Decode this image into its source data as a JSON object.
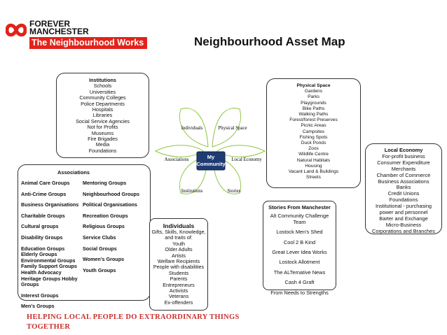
{
  "header": {
    "logo_line1": "FOREVER",
    "logo_line2": "MANCHESTER",
    "logo_tagline": "The Neighbourhood Works",
    "title": "Neighbourhood Asset Map"
  },
  "institutions": {
    "title": "Institutions",
    "items": [
      "Schools",
      "Universities",
      "Community Colleges",
      "Police Departments",
      "Hospitals",
      "Libraries",
      "Social Service Agencies",
      "Not for Profits",
      "Museums",
      "Fire Brigades",
      "Media",
      "Foundations"
    ]
  },
  "physical_space": {
    "title": "Physical Space",
    "items": [
      "Gardens",
      "Parks",
      "Playgrounds",
      "Bike Paths",
      "Walking Paths",
      "Forest/forest Preserves",
      "Picnic Areas",
      "Campsites",
      "Fishing Spots",
      "Duck Ponds",
      "Zoos",
      "Wildlife Centre",
      "Natural Habitats",
      "Housing",
      "Vacant Land & Buildings",
      "Streets"
    ]
  },
  "local_economy": {
    "title": "Local Economy",
    "items": [
      "For-profit business",
      "Consumer Expenditure",
      "Merchants",
      "Chamber of Commerce",
      "Business Associations",
      "Banks",
      "Credit Unions",
      "Foundations",
      "Institutional - purchasing",
      "power and personnel",
      "Barter and Exchange",
      "Micro-Business",
      "Corporations and Branches"
    ]
  },
  "diagram": {
    "center": "My Community",
    "center_line1": "My",
    "center_line2": "Community",
    "petals": {
      "individuals": "Individuals",
      "physical_space": "Physical Space",
      "local_economy": "Local Economy",
      "stories": "Stories",
      "institutions": "Institutions",
      "associations": "Associations"
    }
  },
  "associations": {
    "title": "Associations",
    "col1": [
      "Animal Care Groups",
      "Anti-Crime Groups",
      "Business Organisations",
      "Charitable Groups",
      "Cultural groups",
      "Disability Groups",
      "Education Groups",
      "Elderly Groups",
      "Environmental Groups",
      "Family Support Groups",
      "Health Advocacy",
      "Heritage Groups Hobby",
      "Groups",
      "Interest Groups",
      "Men's Groups"
    ],
    "col2": [
      "Mentoring Groups",
      "Neighbourhood Groups",
      "Political Organisations",
      "Recreation Groups",
      "Religious Groups",
      "Service Clubs",
      "Social Groups",
      "Women's Groups",
      "Youth Groups"
    ]
  },
  "individuals": {
    "title": "Individuals",
    "items": [
      "Gifts, Skills, Knowledge,",
      "and traits of:",
      "Youth",
      "Older Adults",
      "Artists",
      "Welfare Recipients",
      "People with disabilities",
      "Students",
      "Parents",
      "Entrepreneurs",
      "Activists",
      "Veterans",
      "Ex-offenders"
    ]
  },
  "stories": {
    "title": "Stories From Manchester",
    "items": [
      "Alt Community Challenge",
      "Team",
      "Lostock Men's Shed",
      "Cool 2 B Kind",
      "Great Lever  Idea Works",
      "Lostock Allotment",
      "The ALTernative News",
      "Cash 4 Graft",
      "From Needs to Strengths"
    ]
  },
  "footer": {
    "line1": "HELPING LOCAL PEOPLE DO EXTRAORDINARY THINGS",
    "line2": "TOGETHER"
  },
  "colors": {
    "brand_red": "#e2231a",
    "center_blue": "#1f3b73",
    "footer_red": "#c9302c"
  }
}
